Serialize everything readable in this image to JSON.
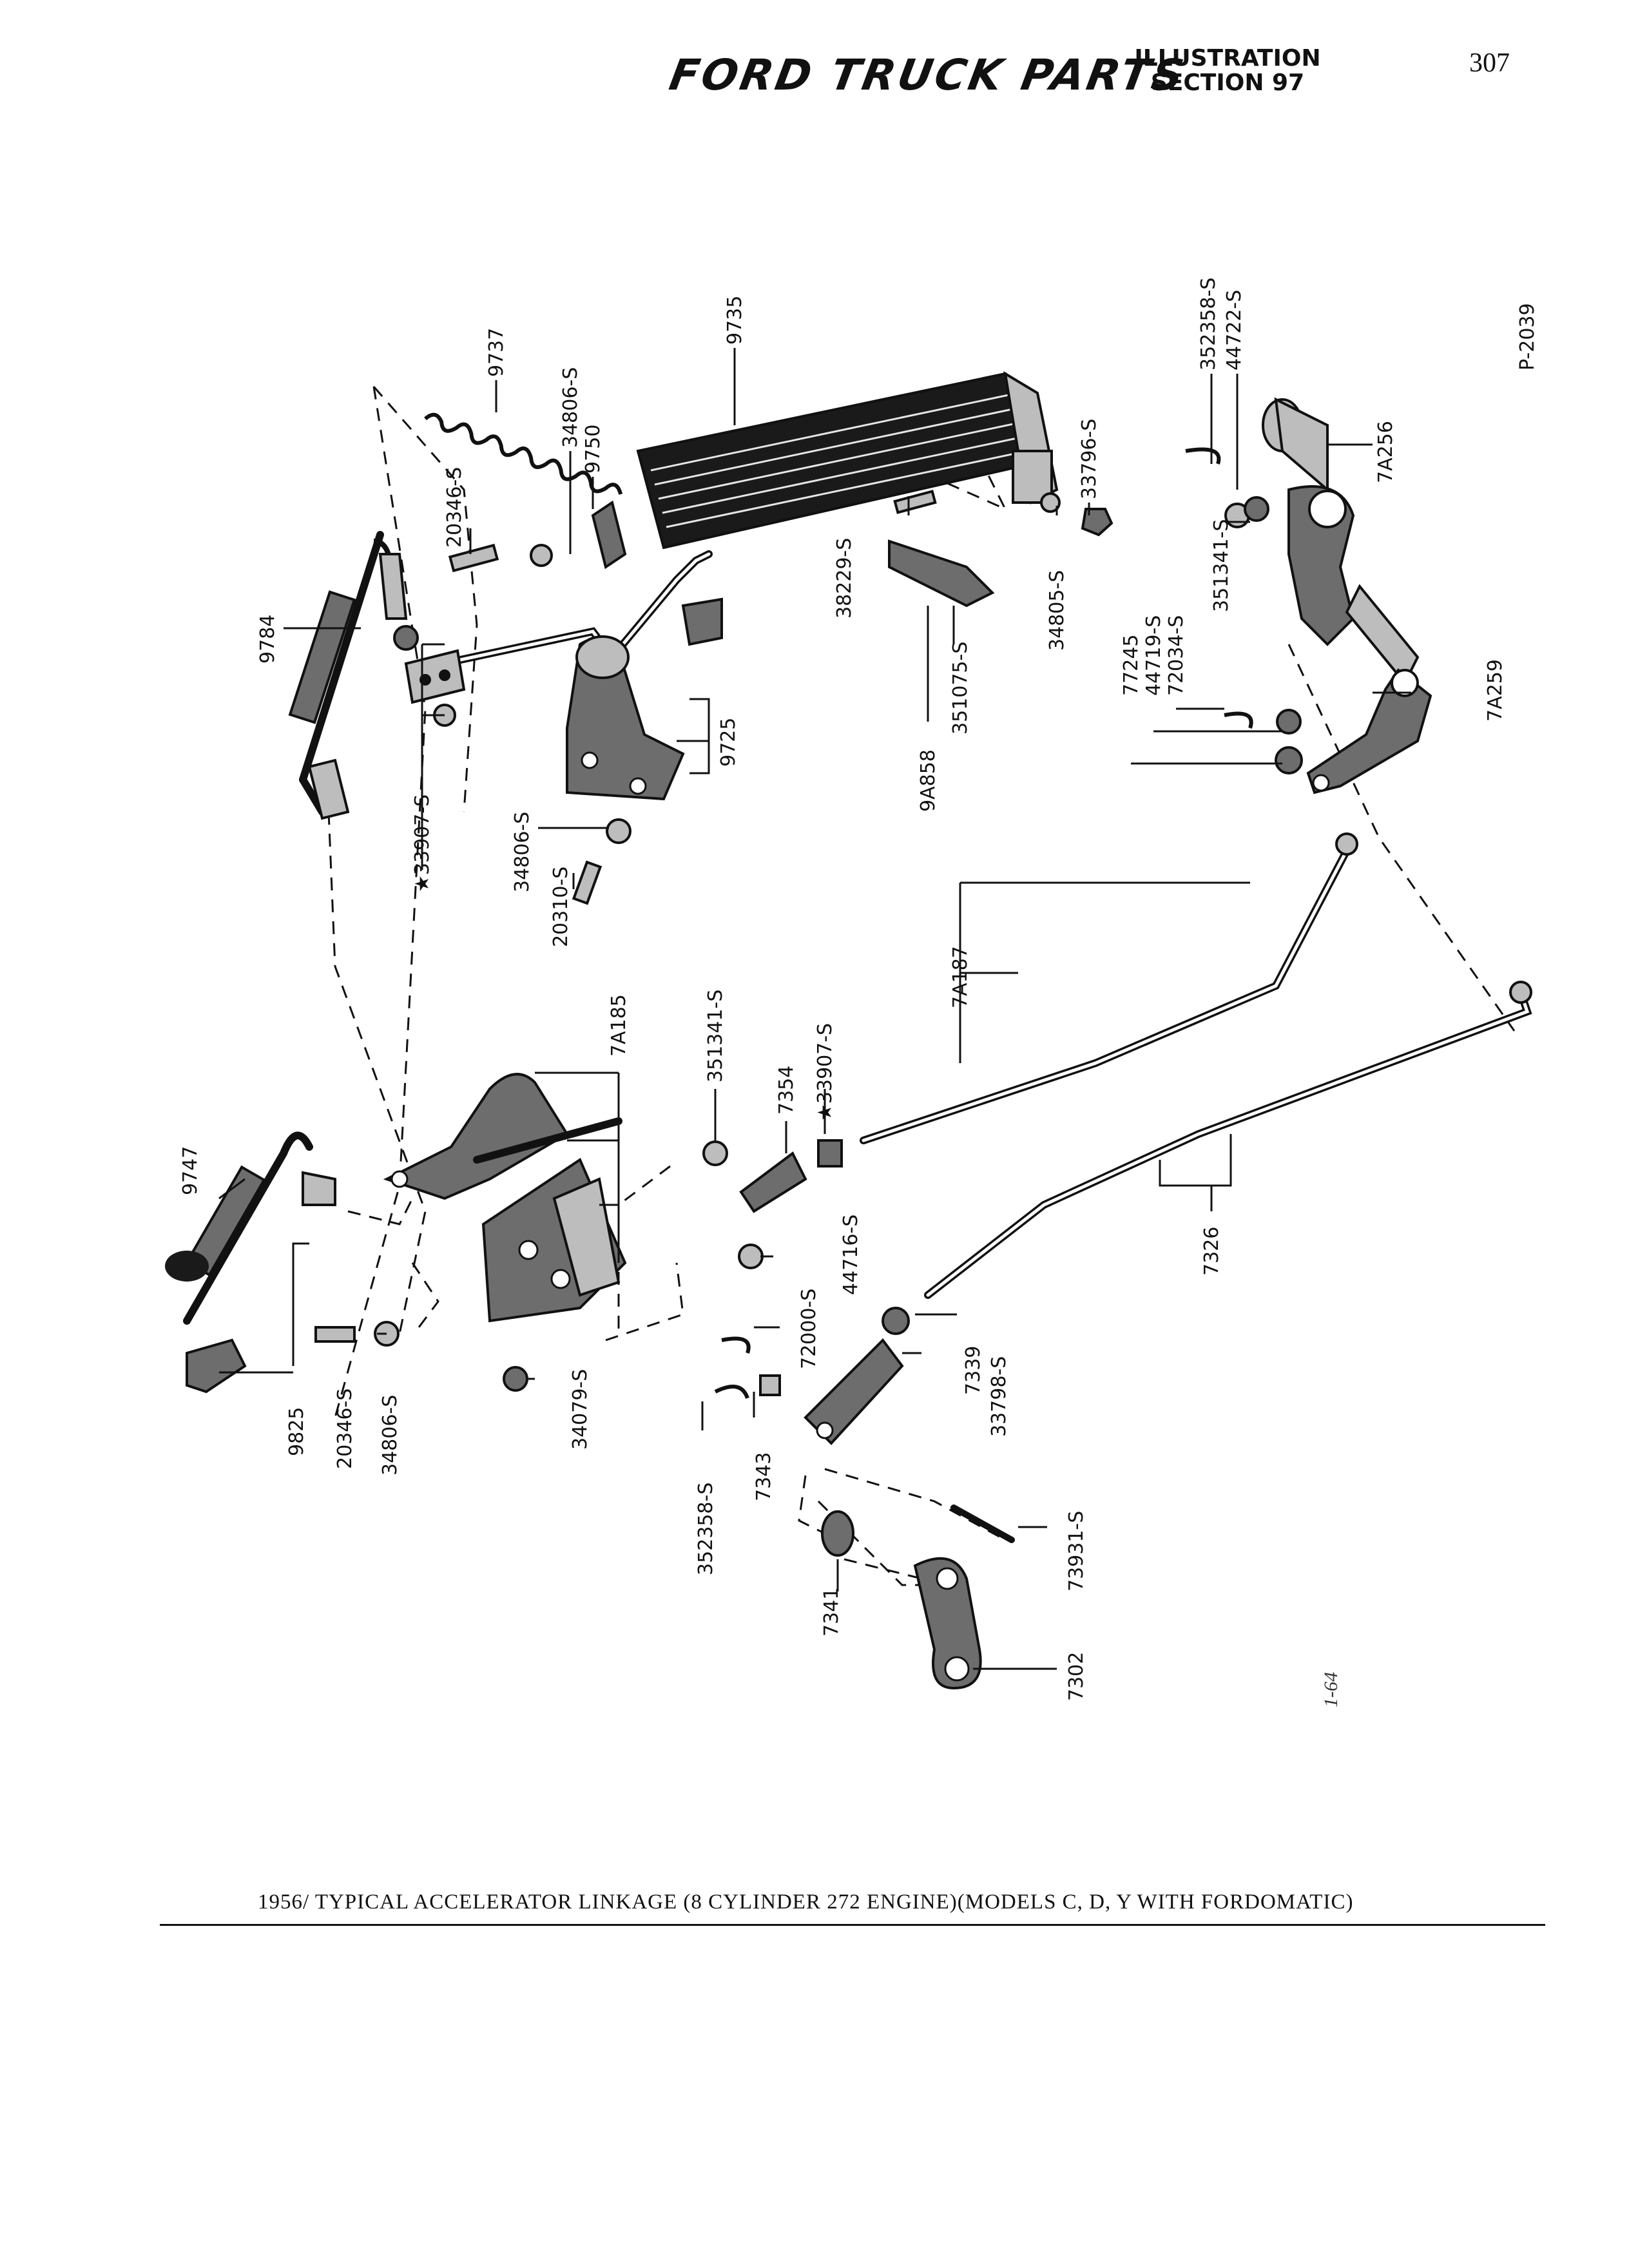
{
  "header": {
    "brand": "FORD TRUCK PARTS",
    "section_line1": "ILLUSTRATION",
    "section_line2": "SECTION 97",
    "page_number": "307"
  },
  "diagram": {
    "plate_number": "P-2039",
    "stamp": "1-64",
    "part_labels": {
      "p352358s_top": "352358-S",
      "p44722s": "44722-S",
      "p7a256": "7A256",
      "p351341s_right": "351341-S",
      "p7a259": "7A259",
      "p77245": "77245",
      "p44719s": "44719-S",
      "p72034s": "72034-S",
      "p9737": "9737",
      "p9735": "9735",
      "p34806s_top": "34806-S",
      "p9750": "9750",
      "p20346s_top": "20346-S",
      "p33796s": "33796-S",
      "p34805s": "34805-S",
      "p38229s": "38229-S",
      "p351075s": "351075-S",
      "p9a858": "9A858",
      "p9784": "9784",
      "p33907s_left": "★33907-S",
      "p9725": "9725",
      "p34806s_mid": "34806-S",
      "p20310s": "20310-S",
      "p7a187": "7A187",
      "p7a185": "7A185",
      "p351341s_mid": "351341-S",
      "p7354": "7354",
      "p33907s_mid": "★33907-S",
      "p9747": "9747",
      "p44716s": "44716-S",
      "p72000s": "72000-S",
      "p7326": "7326",
      "p7339": "7339",
      "p33798s": "33798-S",
      "p9825": "9825",
      "p20346s_bottom": "20346-S",
      "p34806s_bottom": "34806-S",
      "p34079s": "34079-S",
      "p352358s_bottom": "352358-S",
      "p7343": "7343",
      "p73931s": "73931-S",
      "p7341": "7341",
      "p7302": "7302"
    }
  },
  "caption": "1956/  TYPICAL ACCELERATOR LINKAGE (8 CYLINDER 272 ENGINE)(MODELS C, D, Y WITH FORDOMATIC)"
}
